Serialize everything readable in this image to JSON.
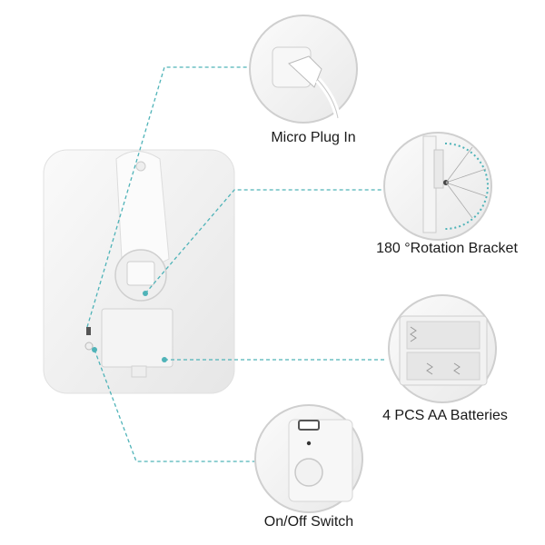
{
  "callouts": {
    "plug": {
      "label": "Micro Plug In",
      "icon": "micro-plug-icon"
    },
    "bracket": {
      "label": "180 °Rotation Bracket",
      "icon": "rotation-bracket-icon"
    },
    "batteries": {
      "label": "4 PCS AA Batteries",
      "icon": "battery-compartment-icon"
    },
    "switch": {
      "label": "On/Off Switch",
      "icon": "power-switch-icon"
    }
  },
  "colors": {
    "leader_line": "#4fb3b8",
    "device_body": "#f3f3f3",
    "circle_border": "#cfcfcf"
  }
}
